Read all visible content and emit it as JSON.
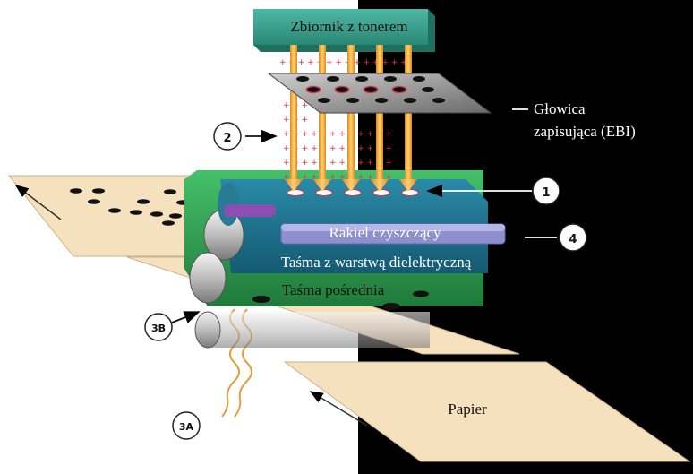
{
  "diagram": {
    "toner_tank_label": "Zbiornik z tonerem",
    "write_head_label_line1": "Głowica",
    "write_head_label_line2": "zapisująca (EBI)",
    "cleaning_blade_label": "Rakiel czyszczący",
    "dielectric_belt_label": "Taśma z warstwą dielektryczną",
    "intermediate_belt_label": "Taśma pośrednia",
    "paper_label": "Papier",
    "callouts": [
      "1",
      "2",
      "3A",
      "3B",
      "4"
    ],
    "colors": {
      "toner_tank": "#3a9f8c",
      "beam": "#f0a030",
      "dielectric_belt": "#1f6f8c",
      "cleaning_blade": "#8f8fd0",
      "intermediate_belt": "#33a854",
      "paper": "#f6e1bf",
      "charge": "#e0304a"
    }
  }
}
